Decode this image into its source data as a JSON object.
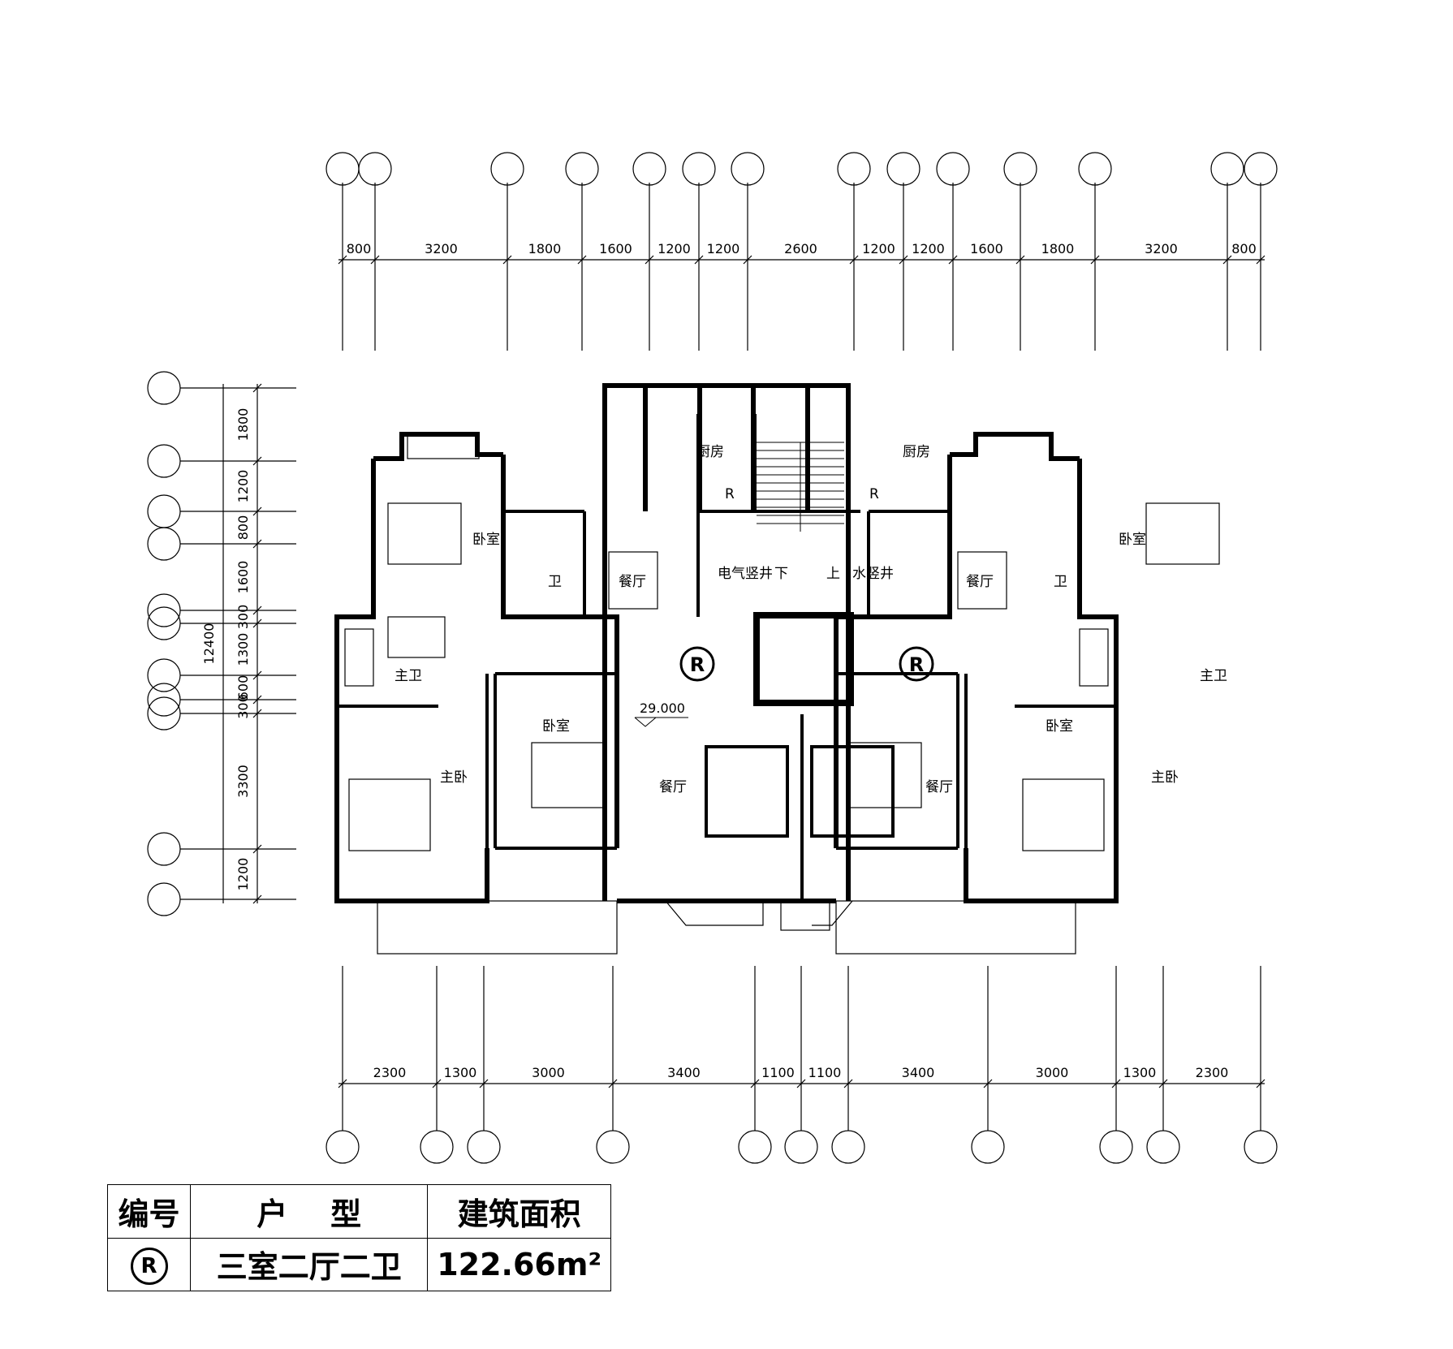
{
  "dimensions": {
    "top": [
      "800",
      "3200",
      "1800",
      "1600",
      "1200",
      "1200",
      "2600",
      "1200",
      "1200",
      "1600",
      "1800",
      "3200",
      "800"
    ],
    "bottom": [
      "2300",
      "1300",
      "3000",
      "3400",
      "1100",
      "1100",
      "3400",
      "3000",
      "1300",
      "2300"
    ],
    "left": [
      "1800",
      "1200",
      "800",
      "1600",
      "300",
      "1300",
      "600",
      "300",
      "3300",
      "1200"
    ],
    "left_total": "12400"
  },
  "rooms": {
    "kitchen": "厨房",
    "bedroom": "卧室",
    "master_bedroom": "主卧",
    "bathroom": "卫",
    "master_bath": "主卫",
    "dining": "餐厅",
    "elec_shaft": "电气竖井",
    "water_shaft": "水竖井",
    "stair_down": "下",
    "stair_up": "上",
    "fridge": "R",
    "unit_mark": "R",
    "elevation": "29.000"
  },
  "legend": {
    "headers": [
      "编号",
      "户    型",
      "建筑面积"
    ],
    "id": "R",
    "type": "三室二厅二卫",
    "area": "122.66m²"
  }
}
